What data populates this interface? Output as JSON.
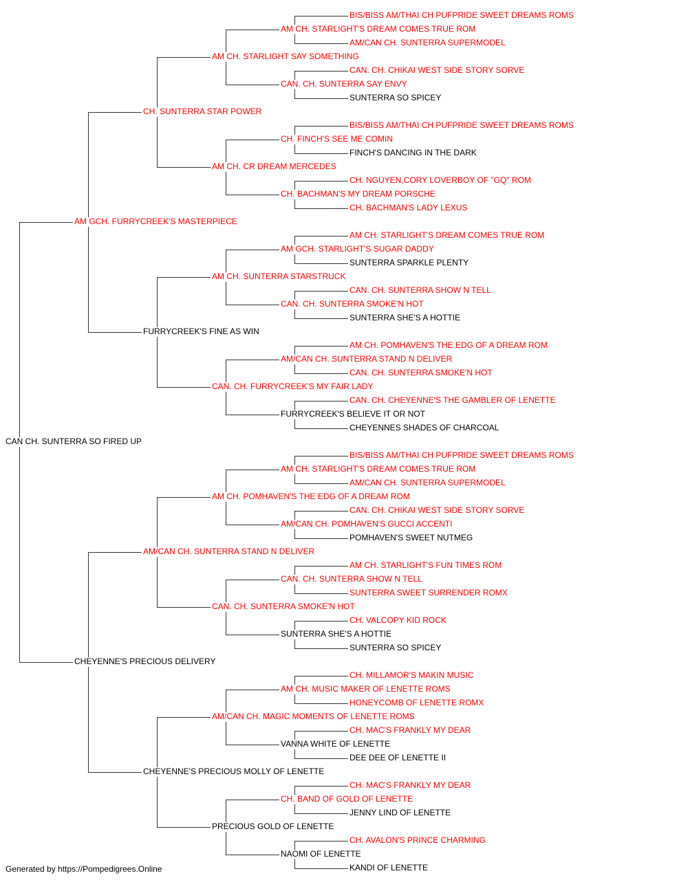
{
  "colors": {
    "titled": "#ff0000",
    "plain": "#000000",
    "line": "#333333"
  },
  "pedigree": {
    "name": "CAN CH. SUNTERRA SO FIRED UP",
    "titled": false,
    "sire": {
      "name": "AM GCH. FURRYCREEK'S MASTERPIECE",
      "titled": true,
      "sire": {
        "name": "CH. SUNTERRA STAR POWER",
        "titled": true,
        "sire": {
          "name": "AM CH. STARLIGHT SAY SOMETHING",
          "titled": true,
          "sire": {
            "name": "AM CH. STARLIGHT'S DREAM COMES TRUE ROM",
            "titled": true,
            "sire": {
              "name": "BIS/BISS AM/THAI CH PUFPRIDE SWEET DREAMS ROMS",
              "titled": true
            },
            "dam": {
              "name": "AM/CAN CH. SUNTERRA SUPERMODEL",
              "titled": true
            }
          },
          "dam": {
            "name": "CAN. CH. SUNTERRA SAY ENVY",
            "titled": true,
            "sire": {
              "name": "CAN. CH. CHIKAI WEST SIDE STORY SORVE",
              "titled": true
            },
            "dam": {
              "name": "SUNTERRA SO SPICEY",
              "titled": false
            }
          }
        },
        "dam": {
          "name": "AM CH. CR DREAM MERCEDES",
          "titled": true,
          "sire": {
            "name": "CH. FINCH'S SEE ME COMIN",
            "titled": true,
            "sire": {
              "name": "BIS/BISS AM/THAI CH PUFPRIDE SWEET DREAMS ROMS",
              "titled": true
            },
            "dam": {
              "name": "FINCH'S DANCING IN THE DARK",
              "titled": false
            }
          },
          "dam": {
            "name": "CH. BACHMAN'S MY DREAM PORSCHE",
            "titled": true,
            "sire": {
              "name": "CH. NGUYEN,CORY LOVERBOY OF \"GQ\" ROM",
              "titled": true
            },
            "dam": {
              "name": "CH. BACHMAN'S LADY LEXUS",
              "titled": true
            }
          }
        }
      },
      "dam": {
        "name": "FURRYCREEK'S FINE AS WIN",
        "titled": false,
        "sire": {
          "name": "AM CH. SUNTERRA STARSTRUCK",
          "titled": true,
          "sire": {
            "name": "AM GCH. STARLIGHT'S SUGAR DADDY",
            "titled": true,
            "sire": {
              "name": "AM CH. STARLIGHT'S DREAM COMES TRUE ROM",
              "titled": true
            },
            "dam": {
              "name": "SUNTERRA SPARKLE PLENTY",
              "titled": false
            }
          },
          "dam": {
            "name": "CAN. CH. SUNTERRA SMOKE'N HOT",
            "titled": true,
            "sire": {
              "name": "CAN. CH. SUNTERRA SHOW N TELL",
              "titled": true
            },
            "dam": {
              "name": "SUNTERRA SHE'S A HOTTIE",
              "titled": false
            }
          }
        },
        "dam": {
          "name": "CAN. CH. FURRYCREEK'S MY FAIR LADY",
          "titled": true,
          "sire": {
            "name": "AM/CAN CH. SUNTERRA STAND N DELIVER",
            "titled": true,
            "sire": {
              "name": "AM CH. POMHAVEN'S THE EDG OF A DREAM ROM",
              "titled": true
            },
            "dam": {
              "name": "CAN. CH. SUNTERRA SMOKE'N HOT",
              "titled": true
            }
          },
          "dam": {
            "name": "FURRYCREEK'S BELIEVE IT OR NOT",
            "titled": false,
            "sire": {
              "name": "CAN. CH. CHEYENNE'S THE GAMBLER OF LENETTE",
              "titled": true
            },
            "dam": {
              "name": "CHEYENNES SHADES OF CHARCOAL",
              "titled": false
            }
          }
        }
      }
    },
    "dam": {
      "name": "CHEYENNE'S PRECIOUS DELIVERY",
      "titled": false,
      "sire": {
        "name": "AM/CAN CH. SUNTERRA STAND N DELIVER",
        "titled": true,
        "sire": {
          "name": "AM CH. POMHAVEN'S THE EDG OF A DREAM ROM",
          "titled": true,
          "sire": {
            "name": "AM CH. STARLIGHT'S DREAM COMES TRUE ROM",
            "titled": true,
            "sire": {
              "name": "BIS/BISS AM/THAI CH PUFPRIDE SWEET DREAMS ROMS",
              "titled": true
            },
            "dam": {
              "name": "AM/CAN CH. SUNTERRA SUPERMODEL",
              "titled": true
            }
          },
          "dam": {
            "name": "AM/CAN CH. POMHAVEN'S GUCCI ACCENTI",
            "titled": true,
            "sire": {
              "name": "CAN. CH. CHIKAI WEST SIDE STORY SORVE",
              "titled": true
            },
            "dam": {
              "name": "POMHAVEN'S SWEET NUTMEG",
              "titled": false
            }
          }
        },
        "dam": {
          "name": "CAN. CH. SUNTERRA SMOKE'N HOT",
          "titled": true,
          "sire": {
            "name": "CAN. CH. SUNTERRA SHOW N TELL",
            "titled": true,
            "sire": {
              "name": "AM CH. STARLIGHT'S FUN TIMES ROM",
              "titled": true
            },
            "dam": {
              "name": "SUNTERRA SWEET SURRENDER ROMX",
              "titled": true
            }
          },
          "dam": {
            "name": "SUNTERRA SHE'S A HOTTIE",
            "titled": false,
            "sire": {
              "name": "CH. VALCOPY KID ROCK",
              "titled": true
            },
            "dam": {
              "name": "SUNTERRA SO SPICEY",
              "titled": false
            }
          }
        }
      },
      "dam": {
        "name": "CHEYENNE'S PRECIOUS MOLLY OF LENETTE",
        "titled": false,
        "sire": {
          "name": "AM/CAN CH. MAGIC MOMENTS OF LENETTE ROMS",
          "titled": true,
          "sire": {
            "name": "AM CH. MUSIC MAKER OF LENETTE ROMS",
            "titled": true,
            "sire": {
              "name": "CH. MILLAMOR'S MAKIN MUSIC",
              "titled": true
            },
            "dam": {
              "name": "HONEYCOMB OF LENETTE ROMX",
              "titled": true
            }
          },
          "dam": {
            "name": "VANNA WHITE OF LENETTE",
            "titled": false,
            "sire": {
              "name": "CH. MAC'S FRANKLY MY DEAR",
              "titled": true
            },
            "dam": {
              "name": "DEE DEE OF LENETTE II",
              "titled": false
            }
          }
        },
        "dam": {
          "name": "PRECIOUS GOLD OF LENETTE",
          "titled": false,
          "sire": {
            "name": "CH. BAND OF GOLD OF LENETTE",
            "titled": true,
            "sire": {
              "name": "CH. MAC'S FRANKLY MY DEAR",
              "titled": true
            },
            "dam": {
              "name": "JENNY LIND OF LENETTE",
              "titled": false
            }
          },
          "dam": {
            "name": "NAOMI OF LENETTE",
            "titled": false,
            "sire": {
              "name": "CH. AVALON'S PRINCE CHARMING",
              "titled": true
            },
            "dam": {
              "name": "KANDI OF LENETTE",
              "titled": false
            }
          }
        }
      }
    }
  },
  "footer": {
    "text": "Generated by https://Pompedigrees.Online"
  }
}
